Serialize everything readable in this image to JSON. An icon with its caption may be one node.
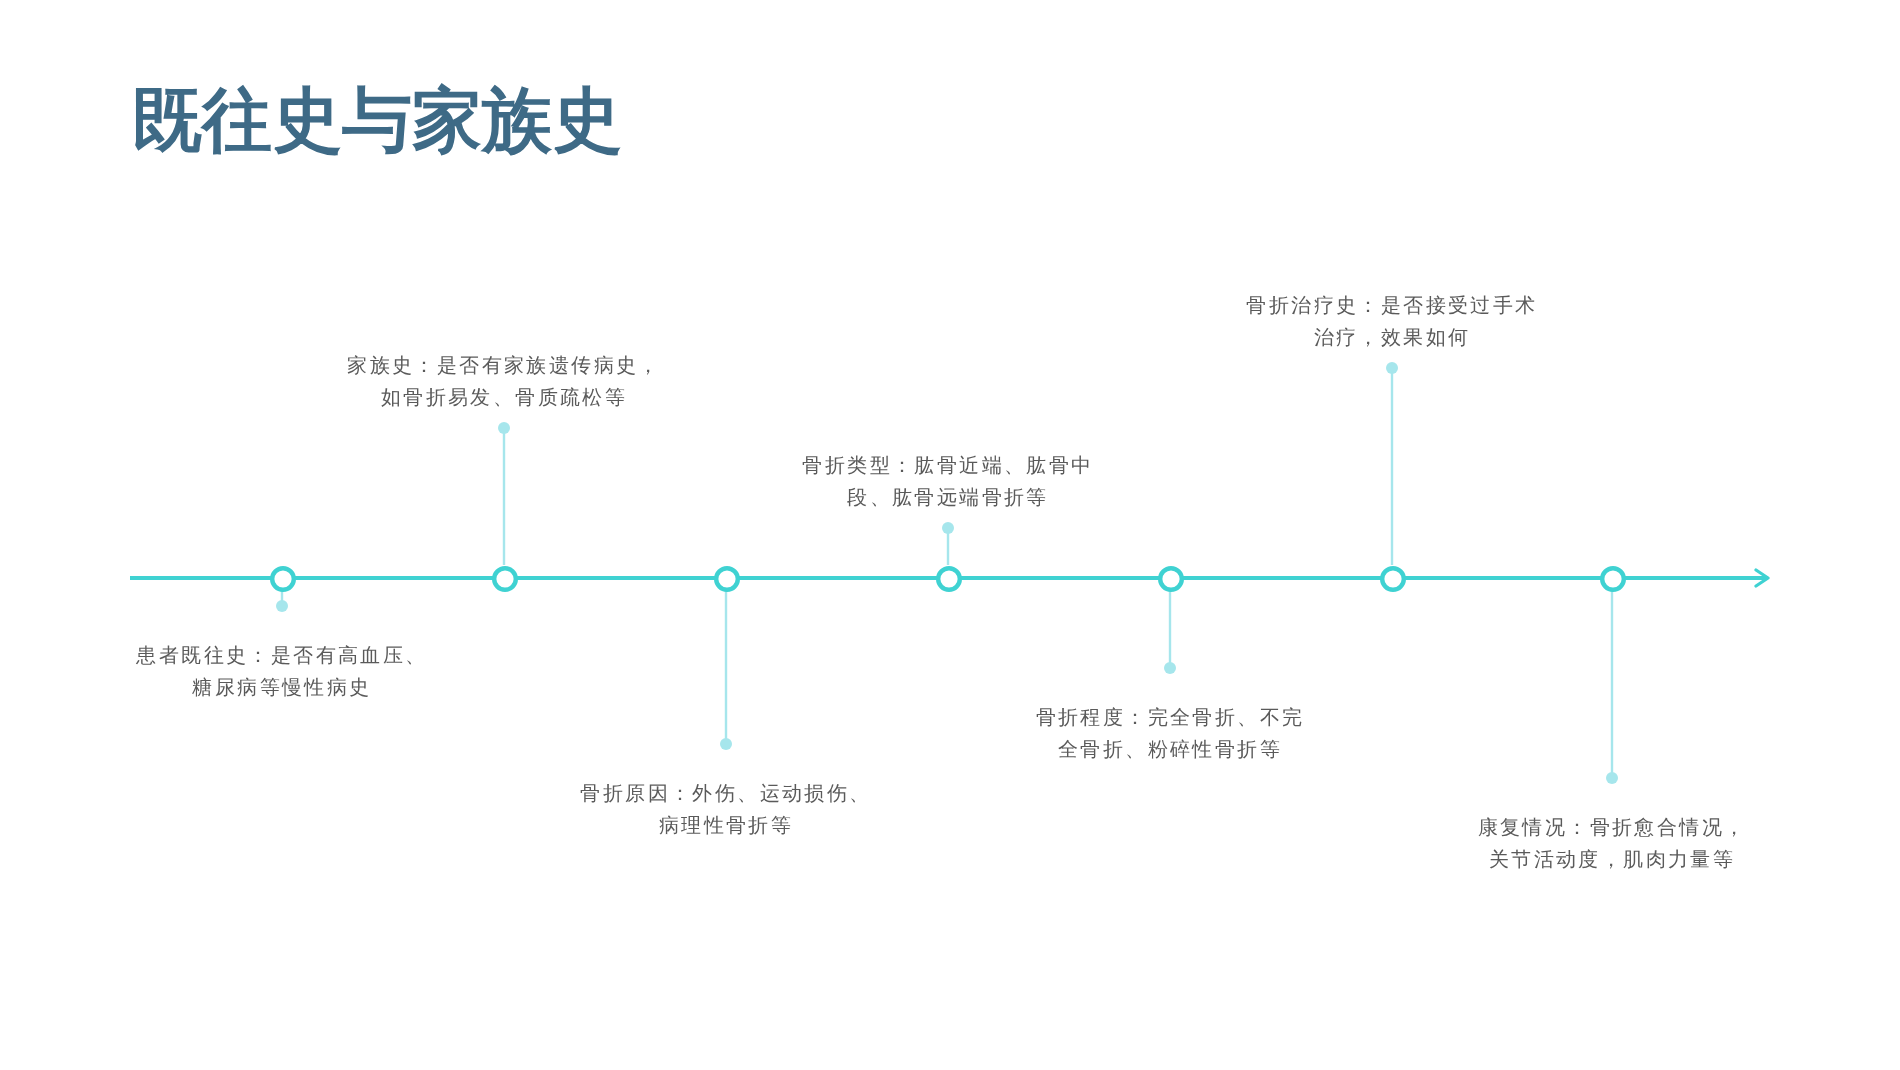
{
  "diagram": {
    "title": "既往史与家族史",
    "nodes": [
      {
        "text": [
          "患者既往史：是否有高血压、糖尿病等慢性病史"
        ]
      },
      {
        "text": [
          "家族史：是否有家族遗传病史，如骨折易发、骨质疏松等"
        ]
      },
      {
        "text": [
          "骨折原因：外伤、运动损伤、病理性骨折等"
        ]
      },
      {
        "text": [
          "骨折类型：肱骨近端、肱骨中段、肱骨远端骨折等"
        ]
      },
      {
        "text": [
          "骨折程度：完全骨折、不完全骨折、粉碎性骨折等"
        ]
      },
      {
        "text": [
          "骨折治疗史：是否接受过手术治疗，效果如何"
        ]
      },
      {
        "text": [
          "康复情况：骨折愈合情况，关节活动度，肌肉力量等"
        ]
      },
      {
        "text": [],
        "shape": "circle"
      },
      {
        "text": [],
        "shape": "circle"
      },
      {
        "text": [],
        "shape": "circle"
      },
      {
        "text": [],
        "shape": "circle"
      },
      {
        "text": [],
        "shape": "circle"
      },
      {
        "text": [],
        "shape": "circle"
      },
      {
        "text": [],
        "shape": "circle"
      }
    ],
    "edges": [
      {
        "from": 0,
        "to": 7,
        "arrow": "other"
      },
      {
        "from": 1,
        "to": 8,
        "arrow": "other"
      },
      {
        "from": 2,
        "to": 9,
        "arrow": "other"
      },
      {
        "from": 3,
        "to": 10,
        "arrow": "other"
      },
      {
        "from": 4,
        "to": 11,
        "arrow": "other"
      },
      {
        "from": 5,
        "to": 12,
        "arrow": "other"
      },
      {
        "from": 6,
        "to": 13,
        "arrow": "other"
      }
    ]
  }
}
